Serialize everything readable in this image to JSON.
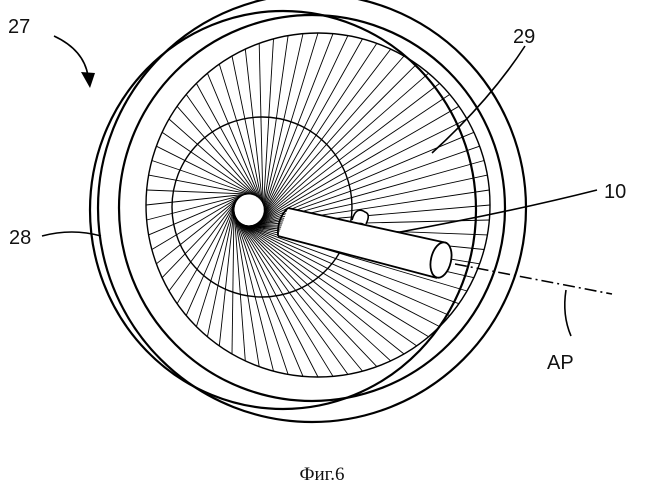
{
  "figure": {
    "labels": {
      "device": "27",
      "ring": "28",
      "mesh": "29",
      "tube": "10",
      "axis": "AP"
    },
    "caption": "Фиг.6"
  }
}
